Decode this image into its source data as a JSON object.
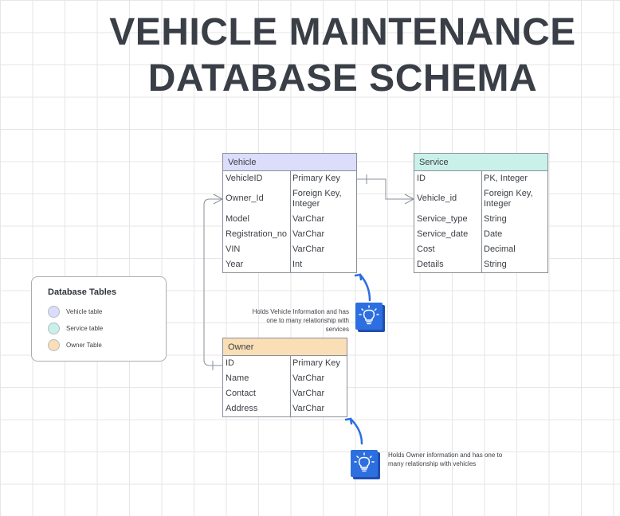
{
  "title": {
    "line1": "VEHICLE  MAINTENANCE",
    "line2": "DATABASE SCHEMA"
  },
  "tables": {
    "vehicle": {
      "name": "Vehicle",
      "color": "#dcdcfb",
      "rows": [
        {
          "name": "VehicleID",
          "type": "Primary Key"
        },
        {
          "name": "Owner_Id",
          "type": "Foreign Key, Integer"
        },
        {
          "name": "Model",
          "type": "VarChar"
        },
        {
          "name": "Registration_no",
          "type": "VarChar"
        },
        {
          "name": "VIN",
          "type": "VarChar"
        },
        {
          "name": "Year",
          "type": "Int"
        }
      ]
    },
    "service": {
      "name": "Service",
      "color": "#c9f1ea",
      "rows": [
        {
          "name": "ID",
          "type": "PK, Integer"
        },
        {
          "name": "Vehicle_id",
          "type": "Foreign Key, Integer"
        },
        {
          "name": "Service_type",
          "type": "String"
        },
        {
          "name": "Service_date",
          "type": "Date"
        },
        {
          "name": "Cost",
          "type": "Decimal"
        },
        {
          "name": "Details",
          "type": "String"
        }
      ]
    },
    "owner": {
      "name": "Owner",
      "color": "#fadfb6",
      "rows": [
        {
          "name": "ID",
          "type": "Primary Key"
        },
        {
          "name": "Name",
          "type": "VarChar"
        },
        {
          "name": "Contact",
          "type": "VarChar"
        },
        {
          "name": "Address",
          "type": "VarChar"
        }
      ]
    }
  },
  "legend": {
    "title": "Database Tables",
    "items": [
      {
        "label": "Vehicle table",
        "color": "#dcdcfb"
      },
      {
        "label": "Service table",
        "color": "#c9f1ea"
      },
      {
        "label": "Owner Table",
        "color": "#fadfb6"
      }
    ]
  },
  "notes": {
    "vehicle": {
      "lines": [
        "Holds Vehicle Information and has",
        "one to many relationship with",
        "services"
      ],
      "icon": "lightbulb-icon"
    },
    "owner": {
      "lines": [
        "Holds Owner information and has one to",
        "many relationship with vehicles"
      ],
      "icon": "lightbulb-icon"
    }
  },
  "colors": {
    "note_blue": "#2d6fe0",
    "arrow_blue": "#2d6fe0",
    "line_gray": "#8a8f98"
  }
}
